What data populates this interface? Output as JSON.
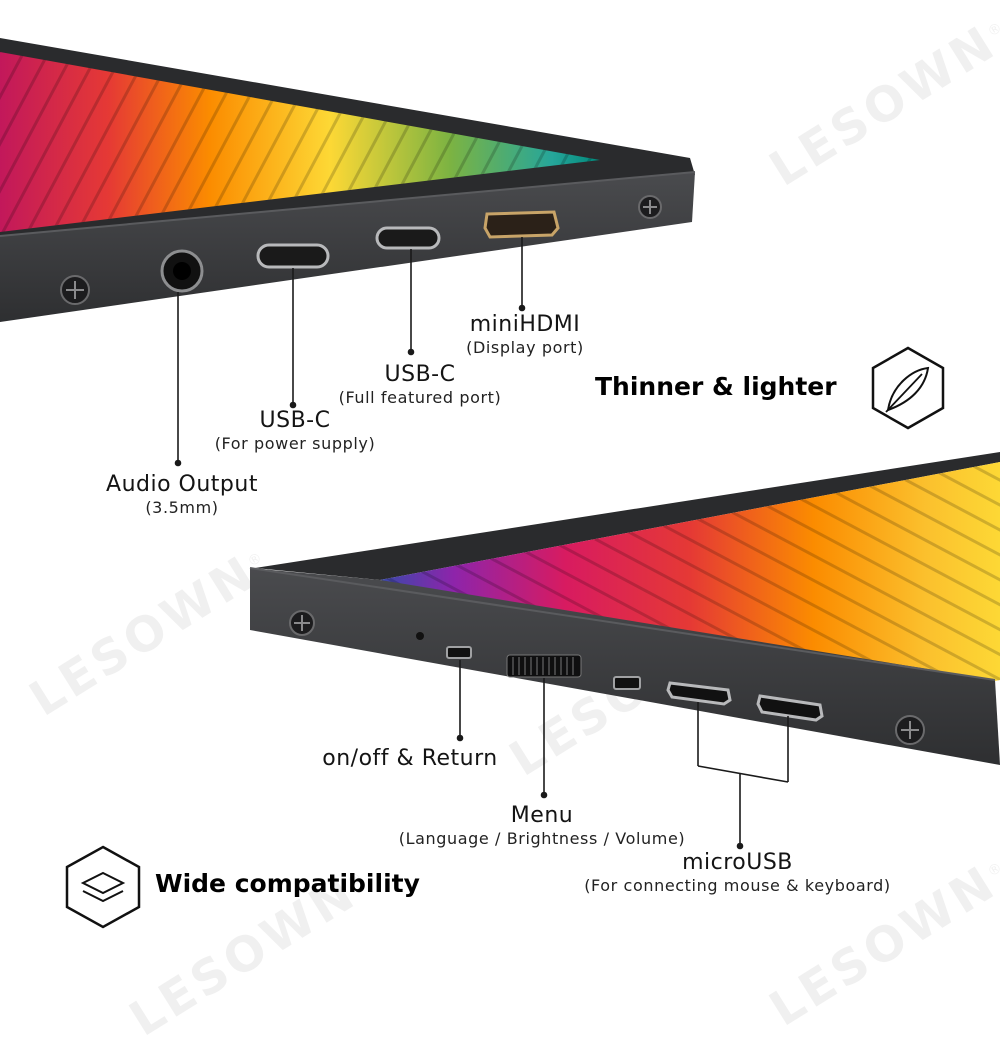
{
  "brand": {
    "watermark": "LESOWN",
    "registered_mark": "®"
  },
  "top_monitor": {
    "ports": [
      {
        "label": "Audio Output",
        "detail": "(3.5mm)"
      },
      {
        "label": "USB-C",
        "detail": "(For power supply)"
      },
      {
        "label": "USB-C",
        "detail": "(Full featured port)"
      },
      {
        "label": "miniHDMI",
        "detail": "(Display port)"
      }
    ]
  },
  "bottom_monitor": {
    "controls": [
      {
        "label": "on/off & Return",
        "detail": ""
      },
      {
        "label": "Menu",
        "detail": "(Language / Brightness / Volume)"
      },
      {
        "label": "microUSB",
        "detail": "(For connecting mouse & keyboard)"
      }
    ]
  },
  "features": {
    "thinner": {
      "text": "Thinner & lighter",
      "icon": "feather-icon"
    },
    "compat": {
      "text": "Wide compatibility",
      "icon": "layers-icon"
    }
  },
  "colors": {
    "bezel": "#3d3e40",
    "bezel_edge": "#2a2b2d",
    "label_line": "#1a1a1a",
    "feature_text": "#000000"
  }
}
